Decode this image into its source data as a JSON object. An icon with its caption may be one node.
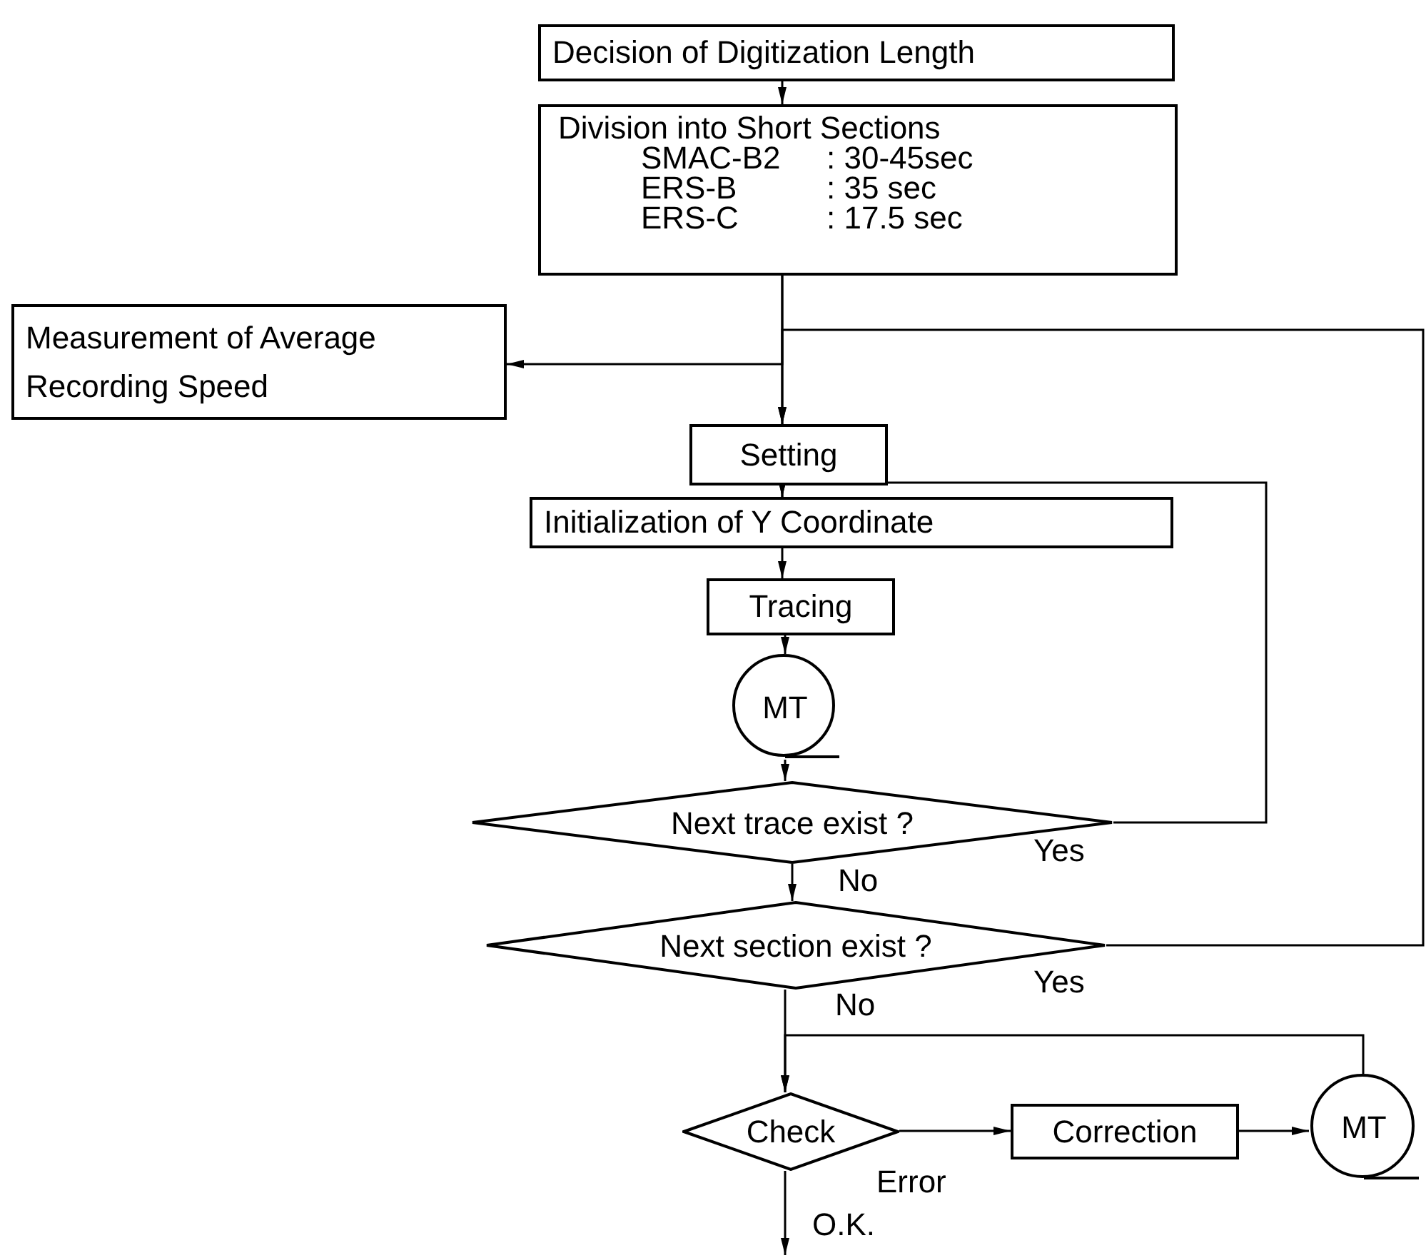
{
  "diagram": {
    "nodes": [
      {
        "text": [
          "Decision of Digitization Length"
        ]
      },
      {
        "text": [
          "Division into Short Sections",
          "SMAC-B2",
          ": 30-45sec",
          "ERS-B",
          ": 35 sec",
          "ERS-C",
          ": 17.5 sec"
        ]
      },
      {
        "text": [
          "Measurement of Average Recording Speed"
        ]
      },
      {
        "text": [
          "Setting"
        ]
      },
      {
        "text": [
          "Initialization of Y Coordinate"
        ]
      },
      {
        "text": [
          "Tracing"
        ]
      },
      {
        "text": [
          "MT"
        ]
      },
      {
        "text": [
          "Next trace exist ?"
        ]
      },
      {
        "text": [
          "Next section exist ?"
        ]
      },
      {
        "text": [
          "Check"
        ]
      },
      {
        "text": [
          "Correction"
        ]
      },
      {
        "text": [
          "MT"
        ]
      }
    ],
    "edges": [
      {
        "from": 0,
        "to": 1,
        "arrow": "to"
      },
      {
        "from": 1,
        "to": 3,
        "arrow": "to"
      },
      {
        "from": 1,
        "to": 2,
        "arrow": "to"
      },
      {
        "from": 8,
        "to": 3,
        "arrow": "to",
        "label": "Yes"
      },
      {
        "from": 3,
        "to": 4,
        "arrow": "to"
      },
      {
        "from": 7,
        "to": 4,
        "arrow": "to",
        "label": "Yes"
      },
      {
        "from": 4,
        "to": 5,
        "arrow": "to"
      },
      {
        "from": 5,
        "to": 6,
        "arrow": "to"
      },
      {
        "from": 6,
        "to": 7,
        "arrow": "to"
      },
      {
        "from": 7,
        "to": 8,
        "arrow": "to",
        "label": "No"
      },
      {
        "from": 8,
        "to": 9,
        "arrow": "to",
        "label": "No"
      },
      {
        "from": 9,
        "to": 10,
        "arrow": "to",
        "label": "Error"
      },
      {
        "from": 10,
        "to": 11,
        "arrow": "to"
      },
      {
        "from": 11,
        "to": 9,
        "arrow": "to"
      },
      {
        "from": 9,
        "to": null,
        "arrow": "to",
        "label": "O.K."
      }
    ]
  }
}
